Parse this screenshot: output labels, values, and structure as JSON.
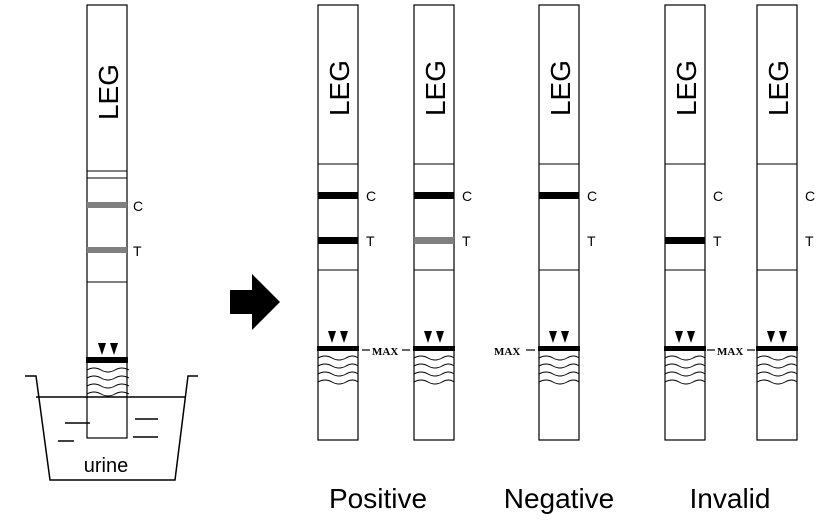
{
  "colors": {
    "ink": "#000000",
    "grey_band": "#808080",
    "paper": "#ffffff"
  },
  "labels": {
    "brand": "LEG",
    "control": "C",
    "test": "T",
    "max": "MAX",
    "container": "urine",
    "positive": "Positive",
    "negative": "Negative",
    "invalid": "Invalid"
  },
  "arrow_icon": "right-arrow-icon",
  "dipped_strip": {
    "control_band": "grey",
    "test_band": "grey"
  },
  "result_strips": [
    {
      "group": "positive",
      "control_band": "black",
      "test_band": "black"
    },
    {
      "group": "positive",
      "control_band": "black",
      "test_band": "grey"
    },
    {
      "group": "negative",
      "control_band": "black",
      "test_band": "none"
    },
    {
      "group": "invalid",
      "control_band": "none",
      "test_band": "black"
    },
    {
      "group": "invalid",
      "control_band": "none",
      "test_band": "none"
    }
  ]
}
